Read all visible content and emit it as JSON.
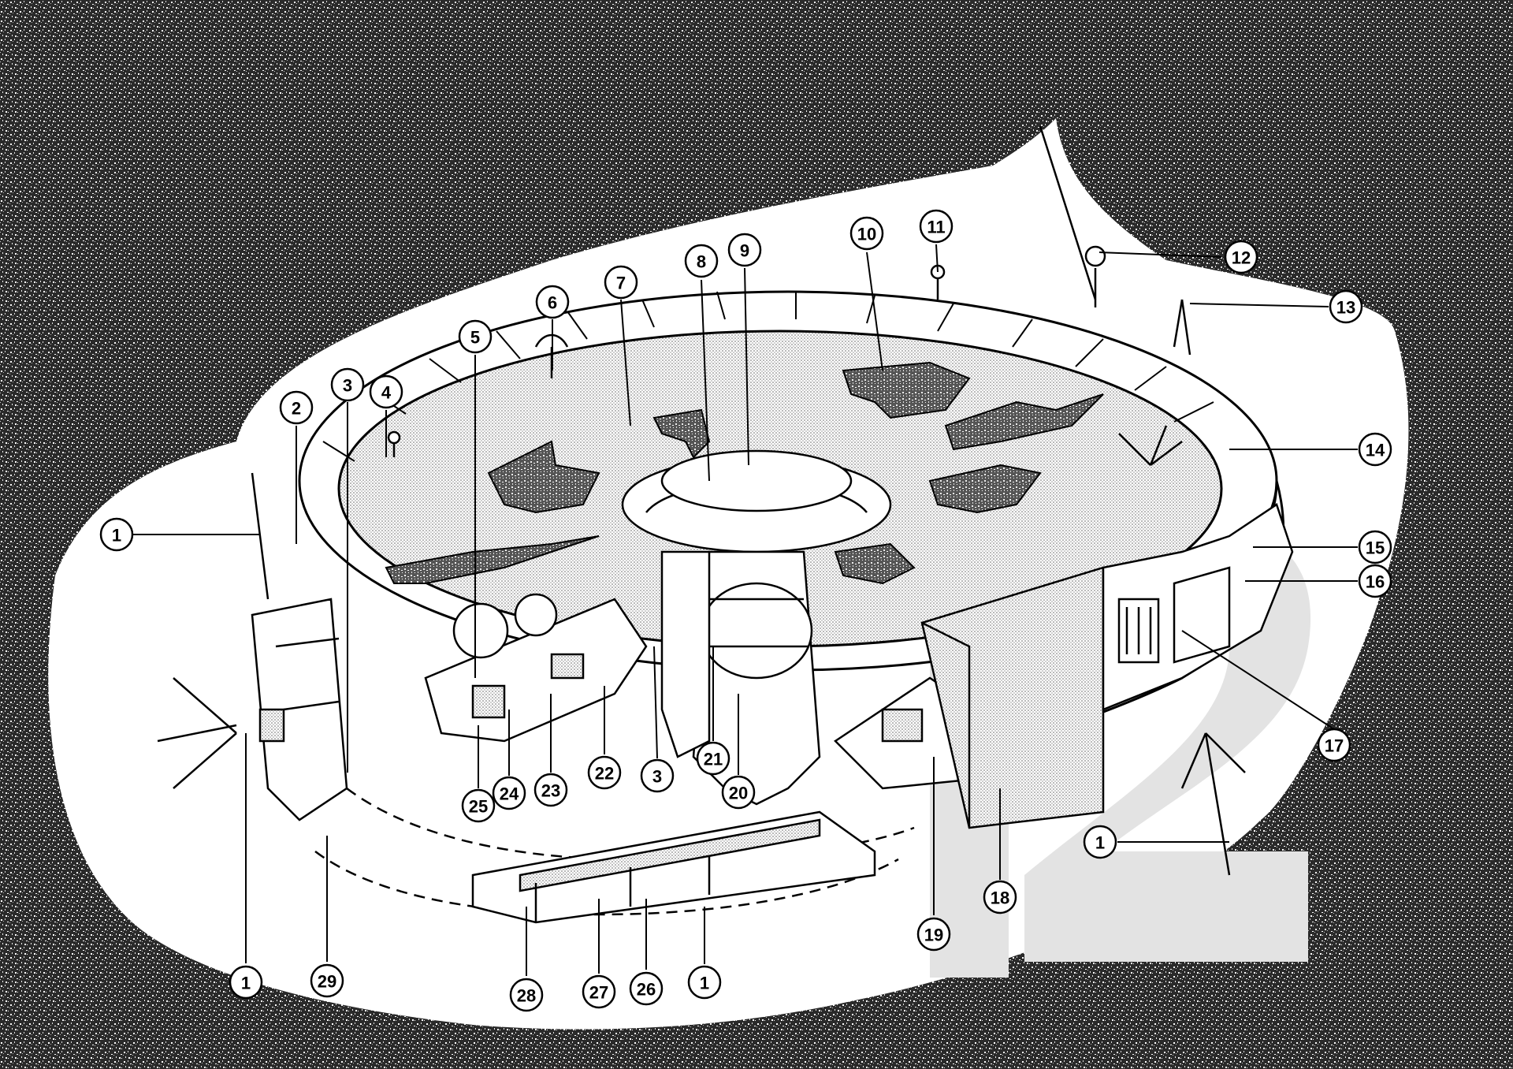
{
  "callouts": [
    {
      "id": "c1a",
      "label": "1"
    },
    {
      "id": "c2",
      "label": "2"
    },
    {
      "id": "c3a",
      "label": "3"
    },
    {
      "id": "c4",
      "label": "4"
    },
    {
      "id": "c5",
      "label": "5"
    },
    {
      "id": "c6",
      "label": "6"
    },
    {
      "id": "c7",
      "label": "7"
    },
    {
      "id": "c8",
      "label": "8"
    },
    {
      "id": "c9",
      "label": "9"
    },
    {
      "id": "c10",
      "label": "10"
    },
    {
      "id": "c11",
      "label": "11"
    },
    {
      "id": "c12",
      "label": "12"
    },
    {
      "id": "c13",
      "label": "13"
    },
    {
      "id": "c14",
      "label": "14"
    },
    {
      "id": "c15",
      "label": "15"
    },
    {
      "id": "c16",
      "label": "16"
    },
    {
      "id": "c17",
      "label": "17"
    },
    {
      "id": "c1b",
      "label": "1"
    },
    {
      "id": "c18",
      "label": "18"
    },
    {
      "id": "c19",
      "label": "19"
    },
    {
      "id": "c20",
      "label": "20"
    },
    {
      "id": "c21",
      "label": "21"
    },
    {
      "id": "c3b",
      "label": "3"
    },
    {
      "id": "c22",
      "label": "22"
    },
    {
      "id": "c23",
      "label": "23"
    },
    {
      "id": "c24",
      "label": "24"
    },
    {
      "id": "c25",
      "label": "25"
    },
    {
      "id": "c1c",
      "label": "1"
    },
    {
      "id": "c29",
      "label": "29"
    },
    {
      "id": "c28",
      "label": "28"
    },
    {
      "id": "c27",
      "label": "27"
    },
    {
      "id": "c26",
      "label": "26"
    },
    {
      "id": "c1d",
      "label": "1"
    }
  ]
}
